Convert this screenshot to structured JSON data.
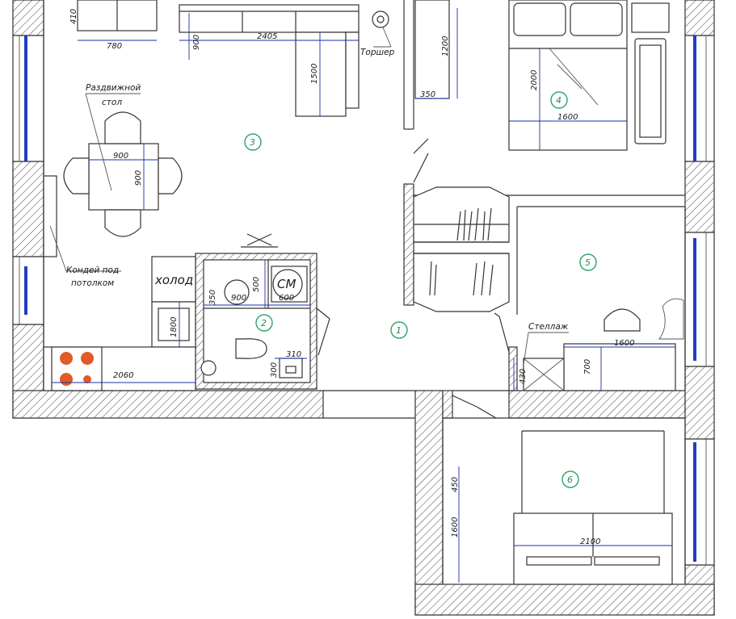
{
  "rooms": [
    "1",
    "2",
    "3",
    "4",
    "5",
    "6"
  ],
  "dimensions": {
    "sideboard_depth": "410",
    "sideboard_width": "780",
    "sofa_depth": "900",
    "sofa_width": "2405",
    "sofa_chaise": "1500",
    "wardrobe4_depth": "1200",
    "wardrobe4_width": "350",
    "bed4_length": "2000",
    "bed4_width": "1600",
    "table_width": "900",
    "table_depth": "900",
    "sink_depth": "500",
    "washer_width": "600",
    "shower_width": "900",
    "bath_side": "350",
    "fridge_depth": "1800",
    "kitchen_length": "2060",
    "wc_box": "310",
    "wc_depth": "300",
    "desk_width": "1600",
    "desk_depth": "700",
    "rack_depth": "430",
    "wardrobe6_depth": "450",
    "sofa6_depth": "1600",
    "sofa6_width": "2100"
  },
  "labels": {
    "floor_lamp": "Торшер",
    "sliding_table_1": "Раздвижной",
    "sliding_table_2": "стол",
    "ac_1": "Кондей под",
    "ac_2": "потолком",
    "fridge": "холод",
    "washer": "СМ",
    "shelf": "Стеллаж"
  }
}
